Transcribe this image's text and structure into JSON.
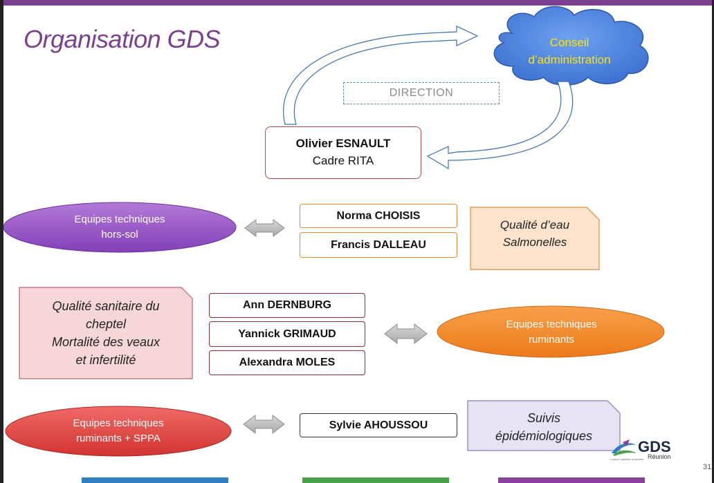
{
  "title": "Organisation GDS",
  "board": {
    "line1": "Conseil",
    "line2": "d’administration"
  },
  "direction_label": "DIRECTION",
  "director": {
    "name": "Olivier ESNAULT",
    "role": "Cadre RITA"
  },
  "groups": [
    {
      "team": {
        "line1": "Equipes techniques",
        "line2": "hors-sol"
      },
      "people": [
        "Norma CHOISIS",
        "Francis DALLEAU"
      ],
      "note": [
        "Qualité d’eau",
        "Salmonelles"
      ]
    },
    {
      "team": {
        "line1": "Equipes techniques",
        "line2": "ruminants"
      },
      "people": [
        "Ann DERNBURG",
        "Yannick GRIMAUD",
        "Alexandra MOLES"
      ],
      "note": [
        "Qualité sanitaire du",
        "cheptel",
        "Mortalité des veaux",
        "et infertilité"
      ]
    },
    {
      "team": {
        "line1": "Equipes techniques",
        "line2": "ruminants + SPPA"
      },
      "people": [
        "Sylvie AHOUSSOU"
      ],
      "note": [
        "Suivis",
        "épidémiologiques"
      ]
    }
  ],
  "logo": {
    "name": "GDS",
    "region": "Réunion",
    "tagline": "L'action sanitaire ensemble"
  },
  "page_number": "31",
  "colors": {
    "title": "#7a3f8f",
    "cloud": "#4f86e0",
    "hors_sol": "#9b59c9",
    "ruminants": "#f08a2a",
    "sppa": "#e0423f",
    "yellow_text": "#ffe400"
  }
}
